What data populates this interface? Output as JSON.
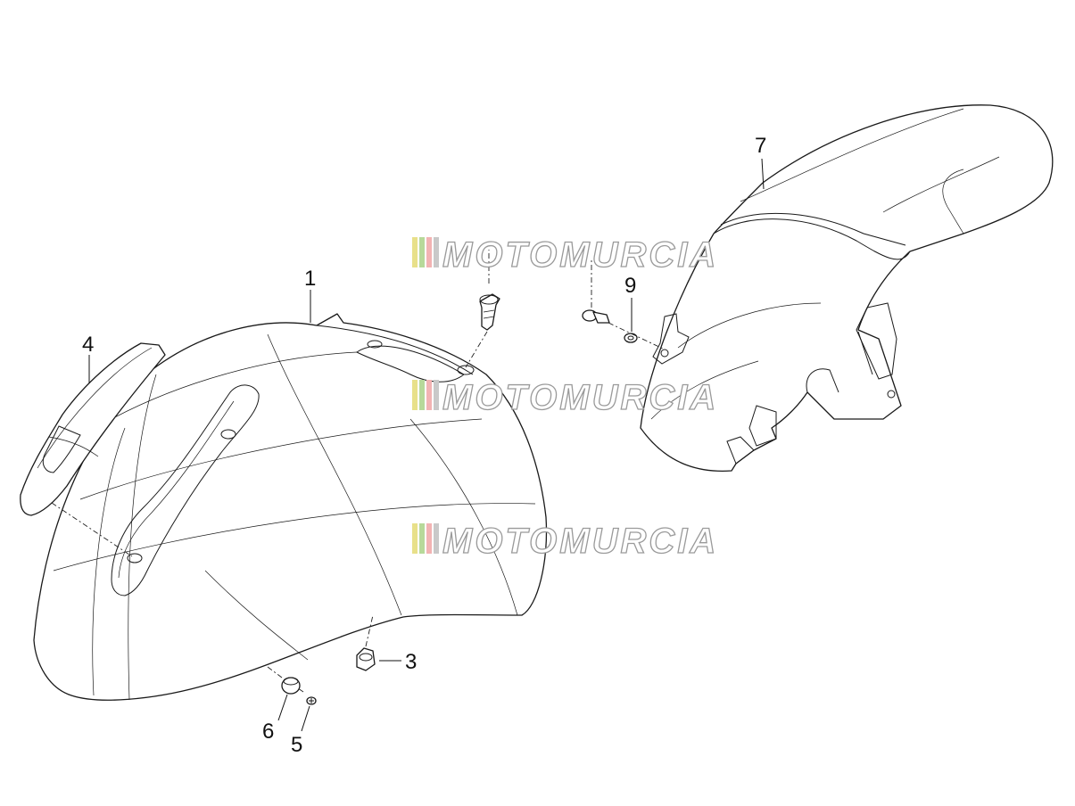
{
  "callouts": [
    {
      "id": "1",
      "label": "1"
    },
    {
      "id": "3",
      "label": "3"
    },
    {
      "id": "4",
      "label": "4"
    },
    {
      "id": "5",
      "label": "5"
    },
    {
      "id": "6",
      "label": "6"
    },
    {
      "id": "7",
      "label": "7"
    },
    {
      "id": "9",
      "label": "9"
    }
  ],
  "watermark": {
    "text": "MOTOMURCIA",
    "stripe_colors": [
      "#e8e08a",
      "#b7d99a",
      "#f2b3b3",
      "#c9c9c9"
    ]
  }
}
